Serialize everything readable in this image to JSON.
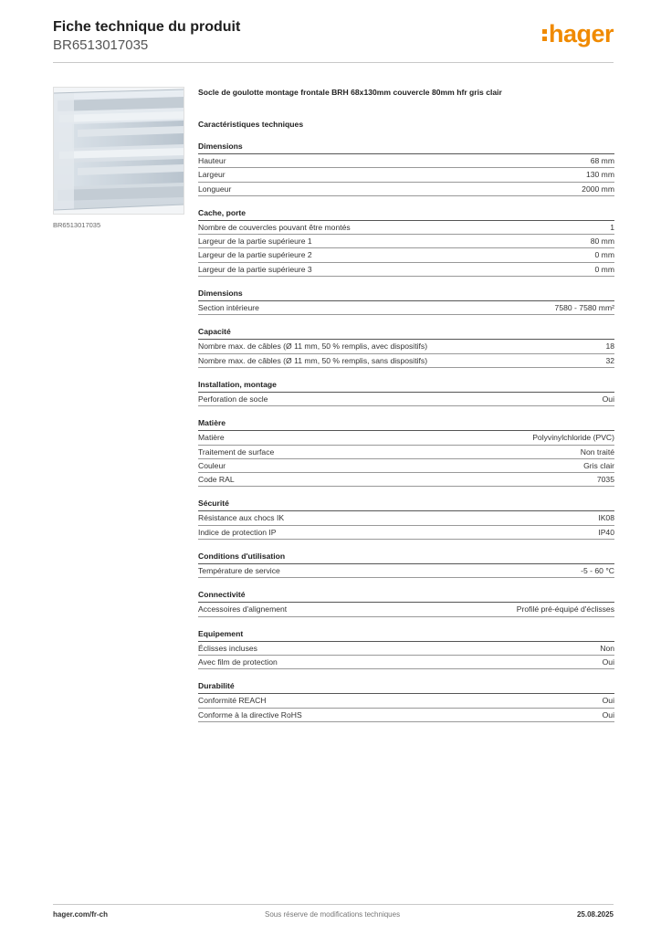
{
  "header": {
    "title": "Fiche technique du produit",
    "reference": "BR6513017035",
    "logo_text": "hager",
    "logo_color": "#f08a00"
  },
  "image_caption": "BR6513017035",
  "product_name": "Socle de goulotte montage frontale BRH 68x130mm couvercle 80mm hfr gris clair",
  "tech_title": "Caractéristiques techniques",
  "sections": [
    {
      "title": "Dimensions",
      "rows": [
        {
          "label": "Hauteur",
          "value": "68 mm"
        },
        {
          "label": "Largeur",
          "value": "130 mm"
        },
        {
          "label": "Longueur",
          "value": "2000 mm"
        }
      ]
    },
    {
      "title": "Cache, porte",
      "rows": [
        {
          "label": "Nombre de couvercles pouvant être montés",
          "value": "1"
        },
        {
          "label": "Largeur de la partie supérieure 1",
          "value": "80 mm"
        },
        {
          "label": "Largeur de la partie supérieure 2",
          "value": "0 mm"
        },
        {
          "label": "Largeur de la partie supérieure 3",
          "value": "0 mm"
        }
      ]
    },
    {
      "title": "Dimensions",
      "rows": [
        {
          "label": "Section intérieure",
          "value": "7580 - 7580 mm²"
        }
      ]
    },
    {
      "title": "Capacité",
      "rows": [
        {
          "label": "Nombre max. de câbles (Ø 11 mm, 50 % remplis, avec dispositifs)",
          "value": "18"
        },
        {
          "label": "Nombre max. de câbles (Ø 11 mm, 50 % remplis, sans dispositifs)",
          "value": "32"
        }
      ]
    },
    {
      "title": "Installation, montage",
      "rows": [
        {
          "label": "Perforation de socle",
          "value": "Oui"
        }
      ]
    },
    {
      "title": "Matière",
      "rows": [
        {
          "label": "Matière",
          "value": "Polyvinylchloride (PVC)"
        },
        {
          "label": "Traitement de surface",
          "value": "Non traité"
        },
        {
          "label": "Couleur",
          "value": "Gris clair"
        },
        {
          "label": "Code RAL",
          "value": "7035"
        }
      ]
    },
    {
      "title": "Sécurité",
      "rows": [
        {
          "label": "Résistance aux chocs IK",
          "value": "IK08"
        },
        {
          "label": "Indice de protection IP",
          "value": "IP40"
        }
      ]
    },
    {
      "title": "Conditions d'utilisation",
      "rows": [
        {
          "label": "Température de service",
          "value": "-5 - 60 °C"
        }
      ]
    },
    {
      "title": "Connectivité",
      "rows": [
        {
          "label": "Accessoires d'alignement",
          "value": "Profilé pré-équipé d'éclisses"
        }
      ]
    },
    {
      "title": "Equipement",
      "rows": [
        {
          "label": "Éclisses incluses",
          "value": "Non"
        },
        {
          "label": "Avec film de protection",
          "value": "Oui"
        }
      ]
    },
    {
      "title": "Durabilité",
      "rows": [
        {
          "label": "Conformité REACH",
          "value": "Oui"
        },
        {
          "label": "Conforme à la directive RoHS",
          "value": "Oui"
        }
      ]
    }
  ],
  "footer": {
    "website": "hager.com/fr-ch",
    "notice": "Sous réserve de modifications techniques",
    "date": "25.08.2025"
  }
}
